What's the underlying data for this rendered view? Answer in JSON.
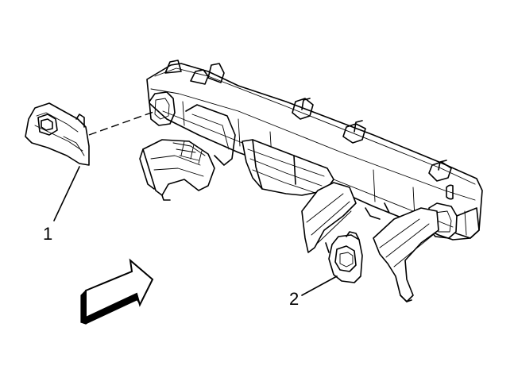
{
  "callouts": [
    {
      "id": "1",
      "label": "1"
    },
    {
      "id": "2",
      "label": "2"
    }
  ],
  "icons": {
    "direction_arrow": "view-direction-arrow-icon"
  }
}
